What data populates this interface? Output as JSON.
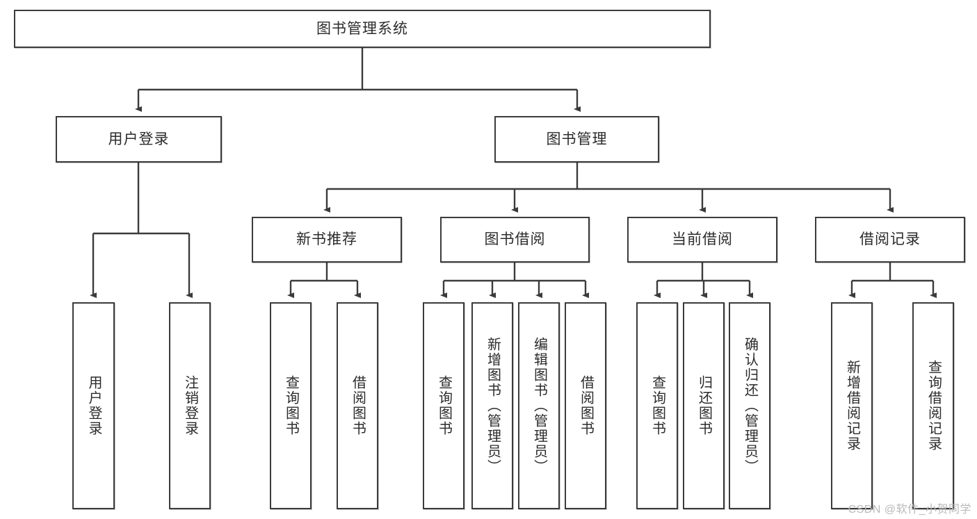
{
  "diagram": {
    "type": "tree",
    "title": "图书管理系统",
    "root": {
      "label": "图书管理系统"
    },
    "level2": [
      {
        "label": "用户登录"
      },
      {
        "label": "图书管理"
      }
    ],
    "level3": [
      {
        "label": "新书推荐"
      },
      {
        "label": "图书借阅"
      },
      {
        "label": "当前借阅"
      },
      {
        "label": "借阅记录"
      }
    ],
    "leaves": {
      "user_login": [
        {
          "label": "用户登录"
        },
        {
          "label": "注销登录"
        }
      ],
      "new_book_recommend": [
        {
          "label": "查询图书"
        },
        {
          "label": "借阅图书"
        }
      ],
      "book_borrow": [
        {
          "label": "查询图书"
        },
        {
          "label": "新增图书（管理员）"
        },
        {
          "label": "编辑图书（管理员）"
        },
        {
          "label": "借阅图书"
        }
      ],
      "current_borrow": [
        {
          "label": "查询图书"
        },
        {
          "label": "归还图书"
        },
        {
          "label": "确认归还（管理员）"
        }
      ],
      "borrow_record": [
        {
          "label": "新增借阅记录"
        },
        {
          "label": "查询借阅记录"
        }
      ]
    },
    "watermark": "CSDN @软件_小贺同学",
    "colors": {
      "stroke": "#3b3b3b",
      "fill": "#ffffff",
      "text": "#2b2b2b",
      "watermark": "#b9b9b9"
    }
  }
}
